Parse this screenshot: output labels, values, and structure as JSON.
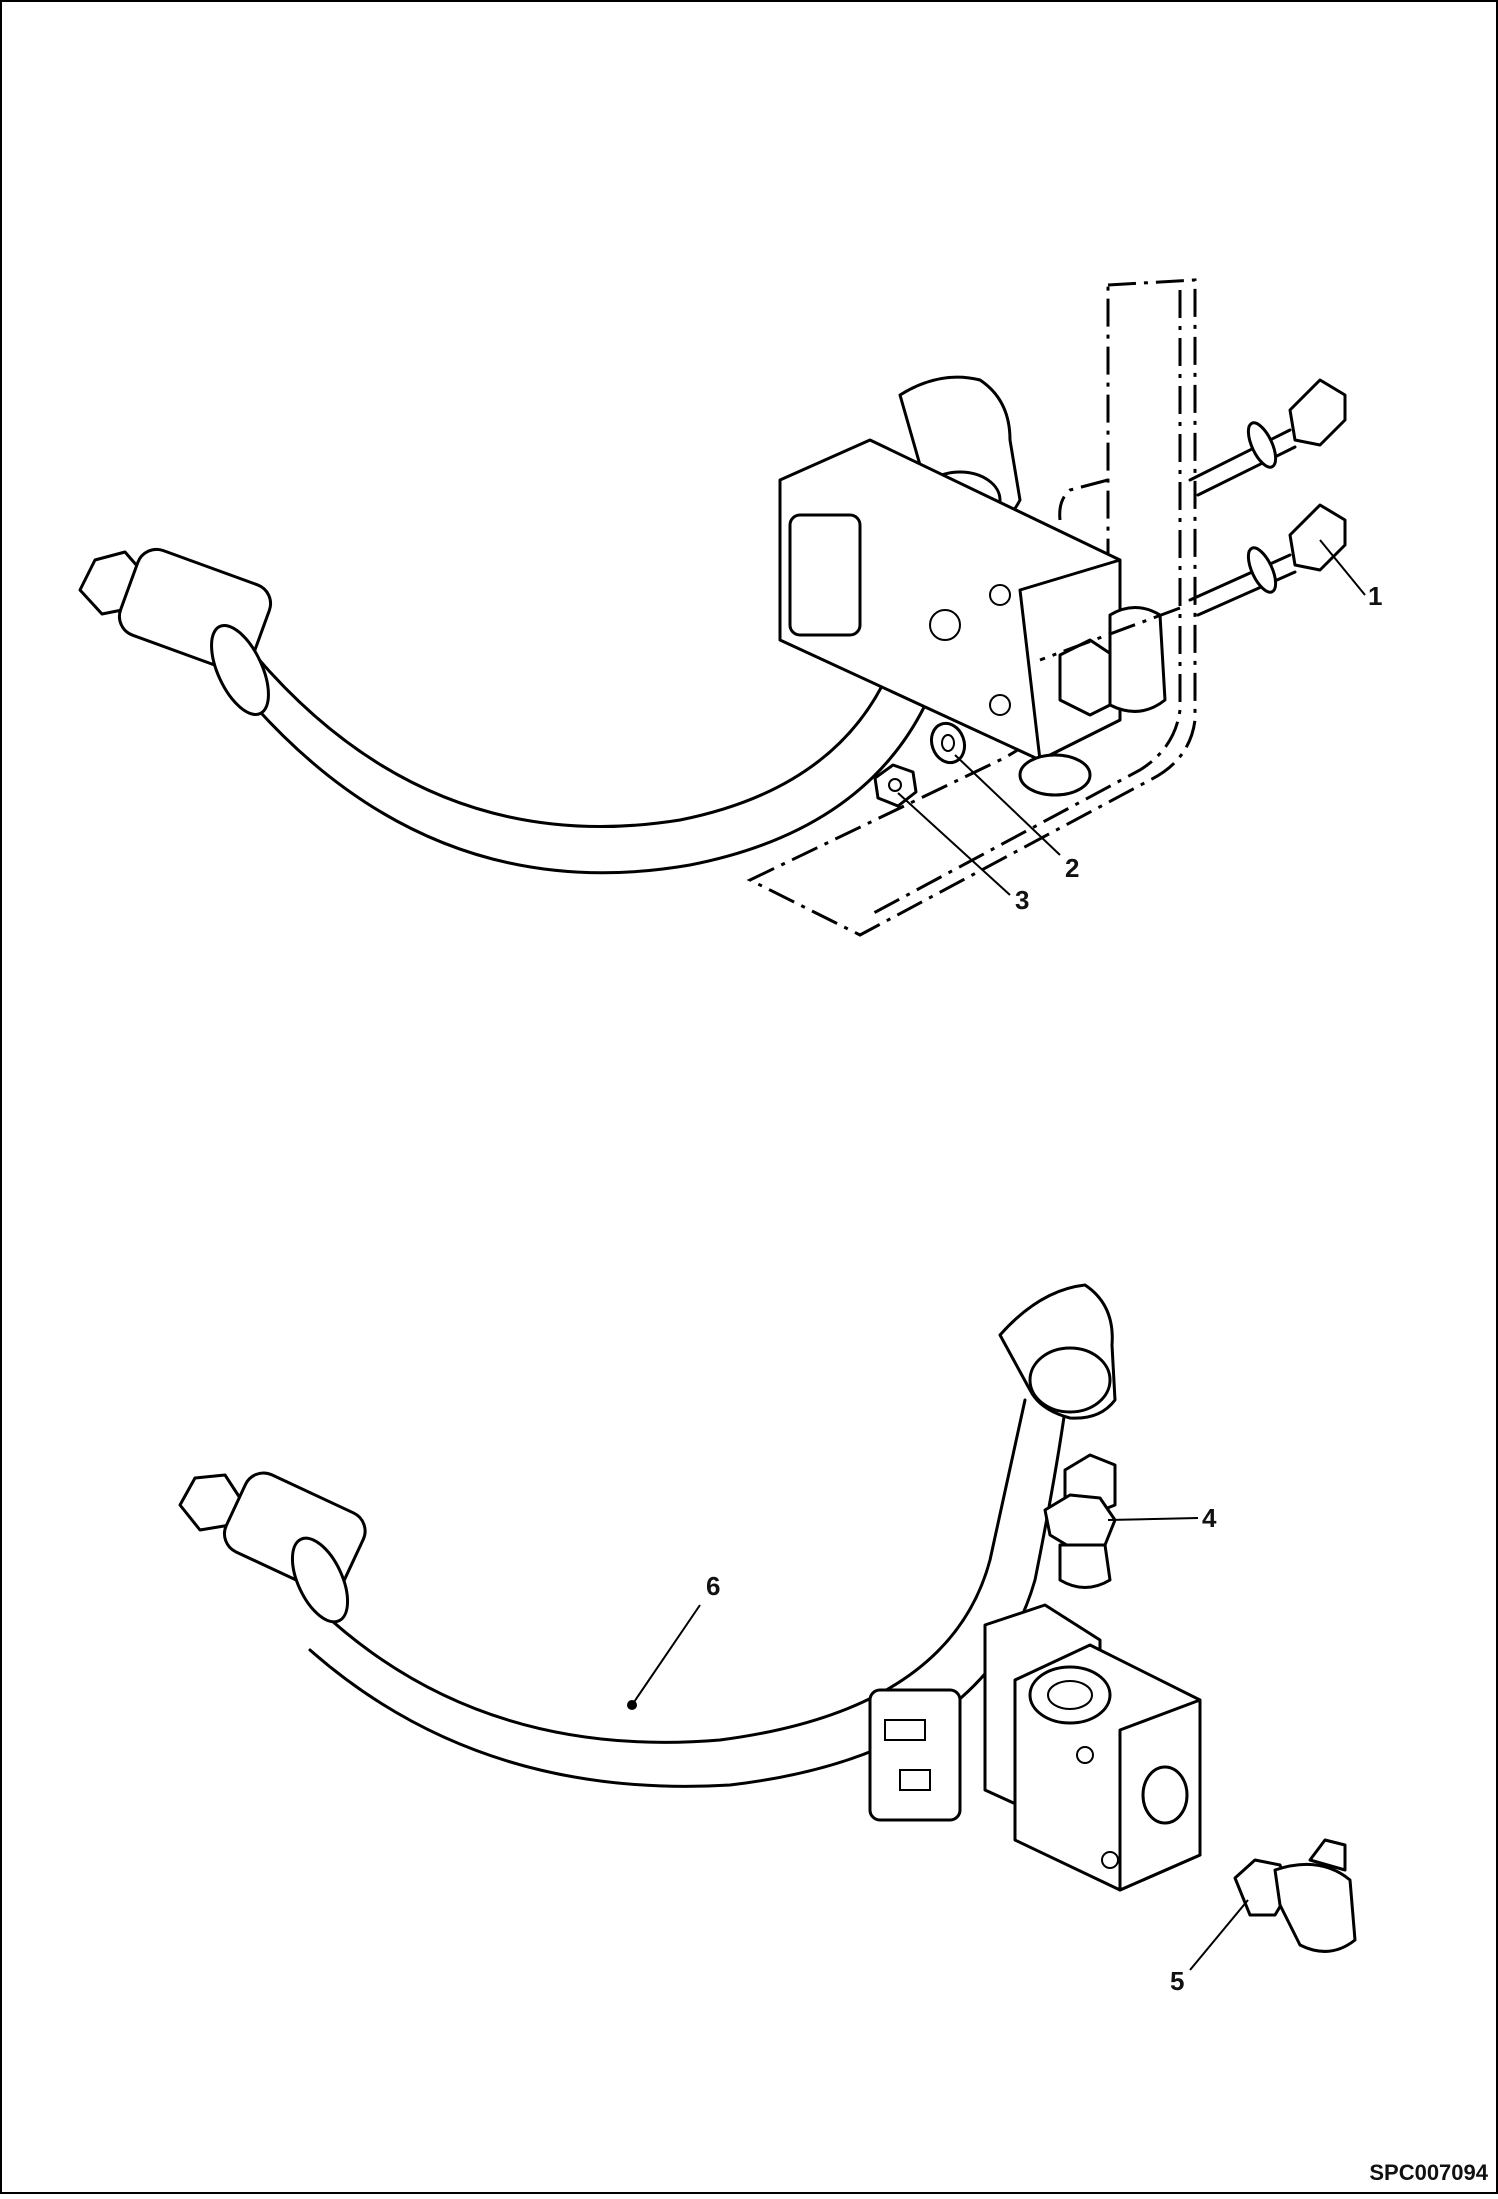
{
  "figure_id": "SPC007094",
  "callouts": {
    "c1": "1",
    "c2": "2",
    "c3": "3",
    "c4": "4",
    "c5": "5",
    "c6": "6"
  }
}
